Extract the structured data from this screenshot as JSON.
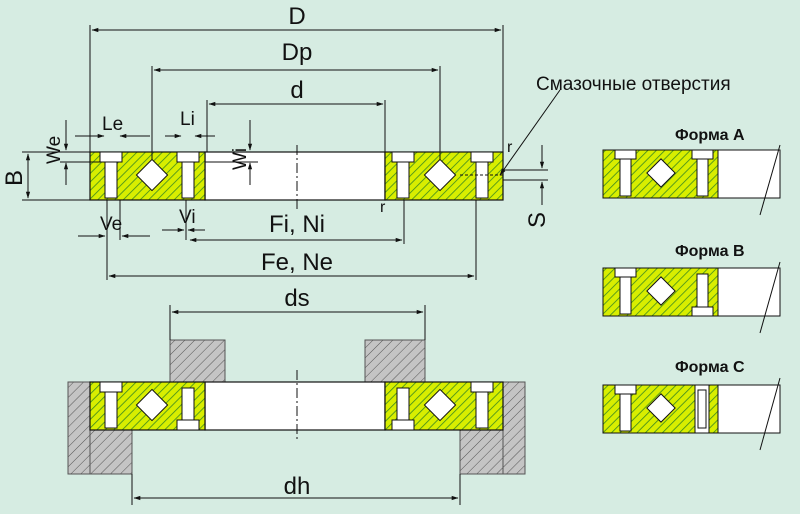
{
  "labels": {
    "D": "D",
    "Dp": "Dp",
    "d": "d",
    "Le": "Le",
    "Li": "Li",
    "We": "We",
    "Wi": "Wi",
    "B": "B",
    "Ve": "Ve",
    "Vi": "Vi",
    "FiNi": "Fi, Ni",
    "FeNe": "Fe, Ne",
    "ds": "ds",
    "dh": "dh",
    "S": "S",
    "r_top": "r",
    "r_bottom": "r",
    "lube": "Смазочные отверстия"
  },
  "forms": [
    "Форма A",
    "Форма B",
    "Форма C"
  ],
  "colors": {
    "background": "#d6ece2",
    "ring": "#d8ee00",
    "hatch_ring": "#2a7a20",
    "housing": "#c4c4c4",
    "line": "#111111"
  }
}
